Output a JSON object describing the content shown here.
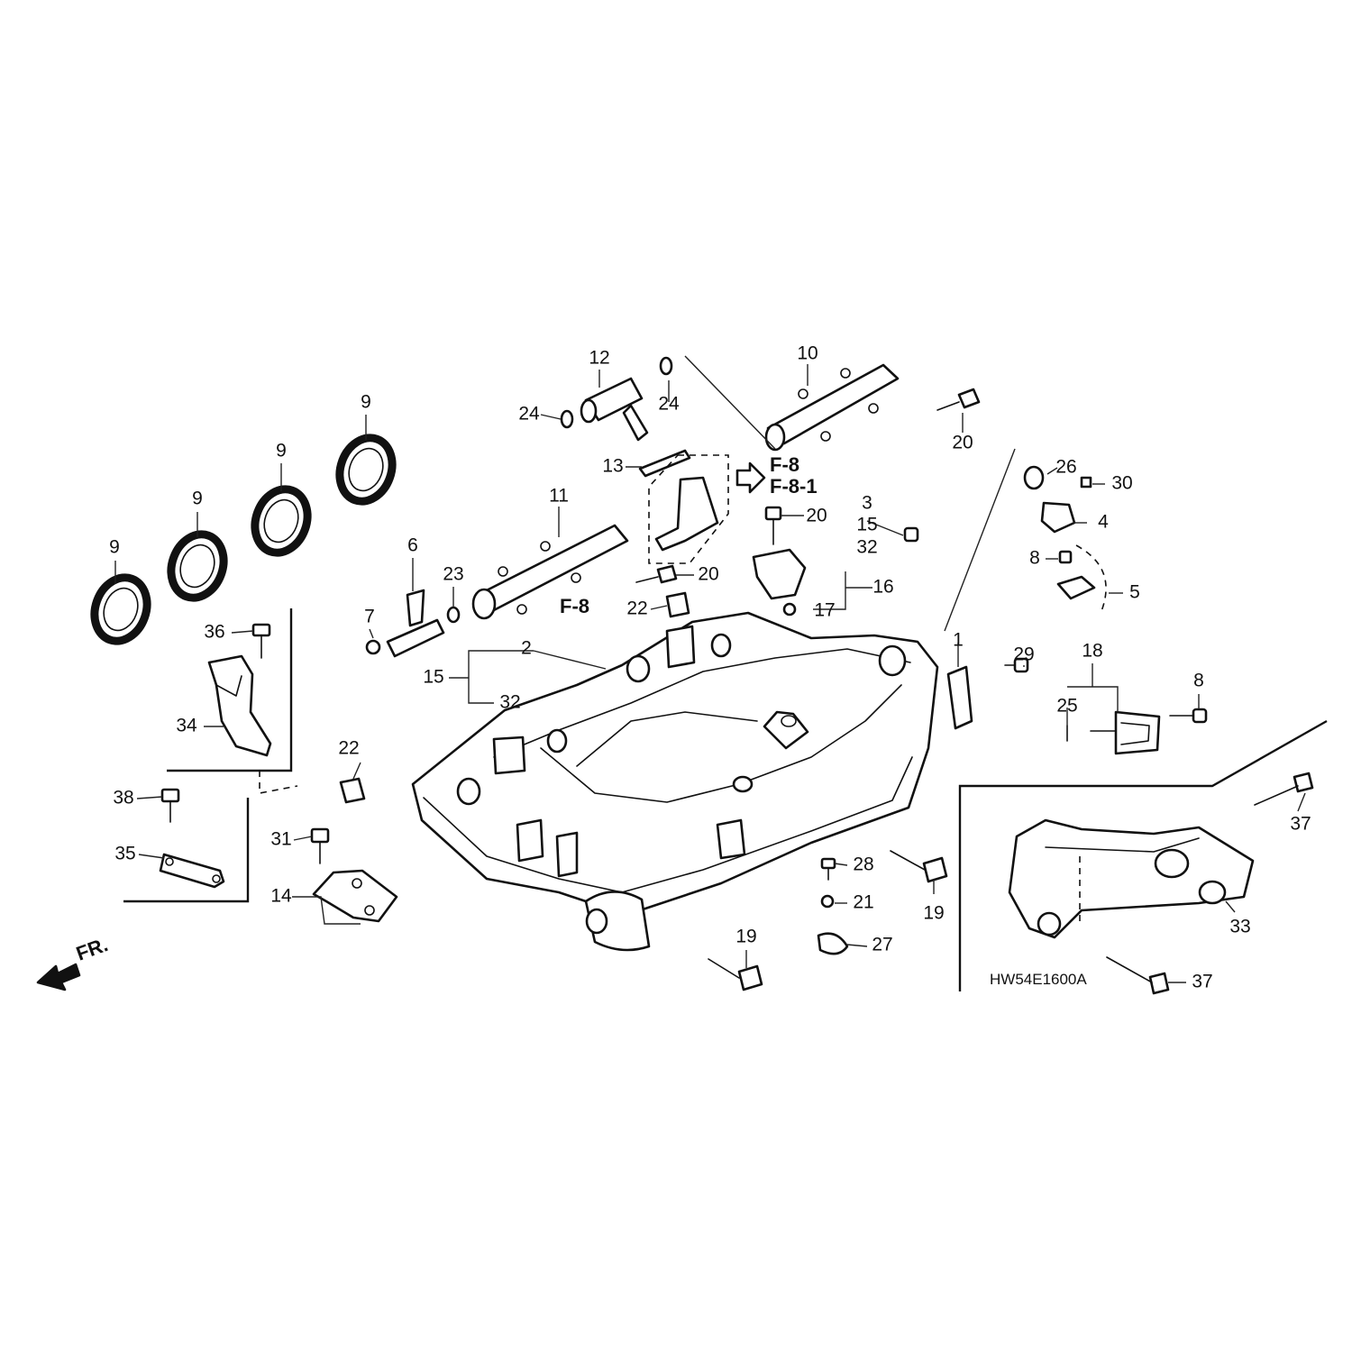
{
  "diagram": {
    "code": "HW54E1600A",
    "direction_label": "FR.",
    "refs": [
      "F-8",
      "F-8-1",
      "F-8"
    ]
  },
  "callouts": [
    {
      "id": "c9a",
      "text": "9"
    },
    {
      "id": "c9b",
      "text": "9"
    },
    {
      "id": "c9c",
      "text": "9"
    },
    {
      "id": "c9d",
      "text": "9"
    },
    {
      "id": "c36",
      "text": "36"
    },
    {
      "id": "c34",
      "text": "34"
    },
    {
      "id": "c38",
      "text": "38"
    },
    {
      "id": "c35",
      "text": "35"
    },
    {
      "id": "c12",
      "text": "12"
    },
    {
      "id": "c24a",
      "text": "24"
    },
    {
      "id": "c24b",
      "text": "24"
    },
    {
      "id": "c13",
      "text": "13"
    },
    {
      "id": "c11",
      "text": "11"
    },
    {
      "id": "c10",
      "text": "10"
    },
    {
      "id": "c20a",
      "text": "20"
    },
    {
      "id": "c20b",
      "text": "20"
    },
    {
      "id": "c20c",
      "text": "20"
    },
    {
      "id": "c6",
      "text": "6"
    },
    {
      "id": "c7",
      "text": "7"
    },
    {
      "id": "c23",
      "text": "23"
    },
    {
      "id": "c22a",
      "text": "22"
    },
    {
      "id": "c2",
      "text": "2"
    },
    {
      "id": "c15a",
      "text": "15"
    },
    {
      "id": "c32a",
      "text": "32"
    },
    {
      "id": "c22b",
      "text": "22"
    },
    {
      "id": "c31",
      "text": "31"
    },
    {
      "id": "c14",
      "text": "14"
    },
    {
      "id": "c3",
      "text": "3"
    },
    {
      "id": "c15b",
      "text": "15"
    },
    {
      "id": "c32b",
      "text": "32"
    },
    {
      "id": "c16",
      "text": "16"
    },
    {
      "id": "c17",
      "text": "17"
    },
    {
      "id": "c26",
      "text": "26"
    },
    {
      "id": "c30",
      "text": "30"
    },
    {
      "id": "c4",
      "text": "4"
    },
    {
      "id": "c8a",
      "text": "8"
    },
    {
      "id": "c5",
      "text": "5"
    },
    {
      "id": "c1",
      "text": "1"
    },
    {
      "id": "c29",
      "text": "29"
    },
    {
      "id": "c18",
      "text": "18"
    },
    {
      "id": "c25",
      "text": "25"
    },
    {
      "id": "c8b",
      "text": "8"
    },
    {
      "id": "c28",
      "text": "28"
    },
    {
      "id": "c21",
      "text": "21"
    },
    {
      "id": "c27",
      "text": "27"
    },
    {
      "id": "c19a",
      "text": "19"
    },
    {
      "id": "c19b",
      "text": "19"
    },
    {
      "id": "c37a",
      "text": "37"
    },
    {
      "id": "c33",
      "text": "33"
    },
    {
      "id": "c37b",
      "text": "37"
    }
  ]
}
